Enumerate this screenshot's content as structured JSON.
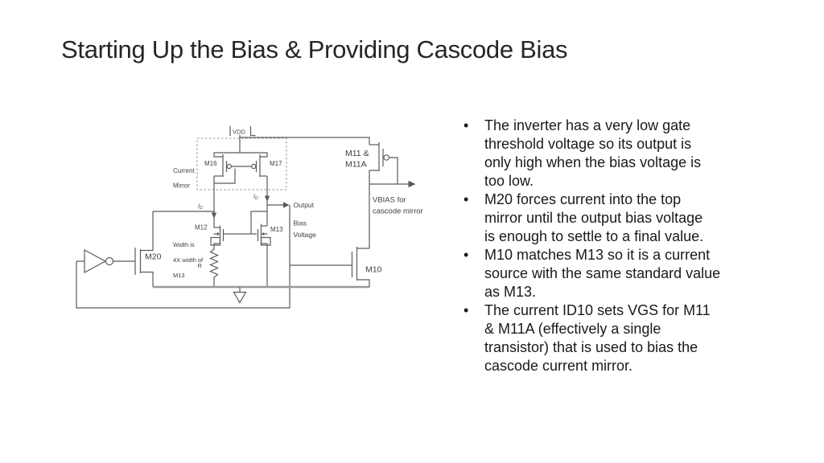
{
  "title": {
    "text": "Starting Up the Bias & Providing Cascode Bias",
    "color": "#262626"
  },
  "bullets": {
    "marker": "•",
    "items": [
      {
        "text": "The inverter has a very  low gate\nthreshold voltage so its output is\nonly high when the bias voltage is\ntoo low."
      },
      {
        "text": "M20 forces current into the top\nmirror until the output bias voltage\nis enough to settle to a final value."
      },
      {
        "text": "M10 matches M13 so it is a current\nsource with the same standard value\nas M13."
      },
      {
        "text": "The current ID10 sets VGS for M11\n& M11A (effectively a single\ntransistor) that is used to bias the\ncascode current mirror."
      }
    ]
  },
  "circuit": {
    "vdd": "VDD",
    "current_mirror": {
      "line1": "Current",
      "line2": "Mirror"
    },
    "transistors": {
      "m16": "M16",
      "m17": "M17",
      "m12": "M12",
      "m13": "M13",
      "m20": "M20",
      "m10": "M10",
      "m11": {
        "line1": "M11 &",
        "line2": "M11A"
      }
    },
    "current_label": {
      "symbol": "I",
      "subscript": "D"
    },
    "output_label": {
      "line1": "Output",
      "line2": "Bias",
      "line3": "Voltage"
    },
    "vbias_label": {
      "line1": "VBIAS for",
      "line2": "cascode mirror"
    },
    "width_note": {
      "line1": "Width is",
      "line2": "4X width of",
      "line3": "M13"
    },
    "resistor": "R",
    "colors": {
      "wire": "#5a5a5a",
      "rail": "#989898",
      "label": "#3f3f3f",
      "title": "#262626"
    }
  }
}
